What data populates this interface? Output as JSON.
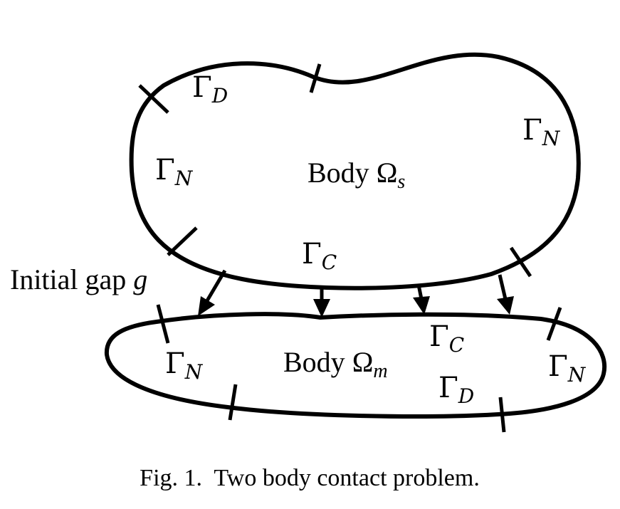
{
  "body_s": {
    "name": "Body",
    "symbol": "Ω",
    "subscript": "s",
    "boundaries": {
      "dirichlet": {
        "symbol": "Γ",
        "subscript": "D"
      },
      "neumann_left": {
        "symbol": "Γ",
        "subscript": "N"
      },
      "neumann_right": {
        "symbol": "Γ",
        "subscript": "N"
      },
      "contact": {
        "symbol": "Γ",
        "subscript": "C"
      }
    }
  },
  "body_m": {
    "name": "Body",
    "symbol": "Ω",
    "subscript": "m",
    "boundaries": {
      "neumann_left": {
        "symbol": "Γ",
        "subscript": "N"
      },
      "neumann_right": {
        "symbol": "Γ",
        "subscript": "N"
      },
      "contact": {
        "symbol": "Γ",
        "subscript": "C"
      },
      "dirichlet": {
        "symbol": "Γ",
        "subscript": "D"
      }
    }
  },
  "gap": {
    "text": "Initial gap",
    "symbol": "g"
  },
  "caption": "Fig. 1.  Two body contact problem."
}
